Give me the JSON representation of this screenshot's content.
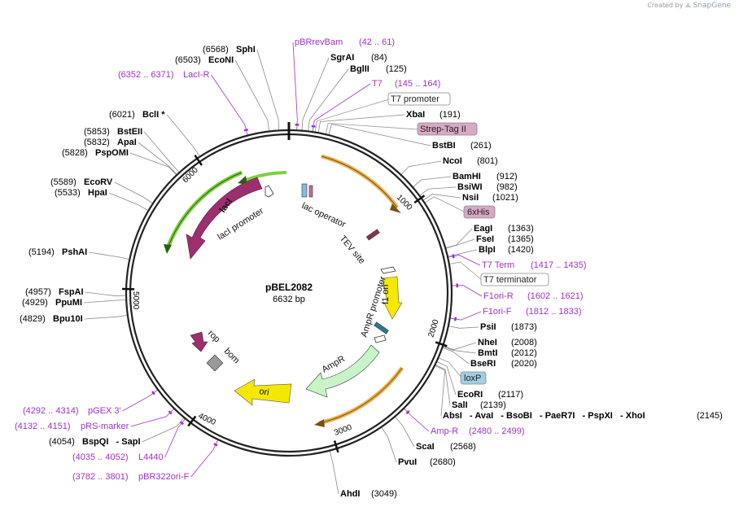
{
  "credit": {
    "prefix": "Created by",
    "brand": "SnapGene"
  },
  "plasmid": {
    "name": "pBEL2082",
    "size": "6632 bp",
    "total_bp": 6632
  },
  "ticks": [
    "1000",
    "2000",
    "3000",
    "4000",
    "5000",
    "6000"
  ],
  "enzymes": [
    {
      "name": "SphI",
      "pos": "(6568)",
      "at": 6568
    },
    {
      "name": "EcoNI",
      "pos": "(6503)",
      "at": 6503
    },
    {
      "name": "BclI *",
      "pos": "(6021)",
      "at": 6021
    },
    {
      "name": "BstEII",
      "pos": "(5853)",
      "at": 5853
    },
    {
      "name": "ApaI",
      "pos": "(5832)",
      "at": 5832
    },
    {
      "name": "PspOMI",
      "pos": "(5828)",
      "at": 5828
    },
    {
      "name": "EcoRV",
      "pos": "(5589)",
      "at": 5589
    },
    {
      "name": "HpaI",
      "pos": "(5533)",
      "at": 5533
    },
    {
      "name": "PshAI",
      "pos": "(5194)",
      "at": 5194
    },
    {
      "name": "FspAI",
      "pos": "(4957)",
      "at": 4957
    },
    {
      "name": "PpuMI",
      "pos": "(4929)",
      "at": 4929
    },
    {
      "name": "Bpu10I",
      "pos": "(4829)",
      "at": 4829
    },
    {
      "name": "SgrAI",
      "pos": "(84)",
      "at": 84
    },
    {
      "name": "BglII",
      "pos": "(125)",
      "at": 125
    },
    {
      "name": "XbaI",
      "pos": "(191)",
      "at": 191
    },
    {
      "name": "BstBI",
      "pos": "(261)",
      "at": 261
    },
    {
      "name": "NcoI",
      "pos": "(801)",
      "at": 801
    },
    {
      "name": "BamHI",
      "pos": "(912)",
      "at": 912
    },
    {
      "name": "BsiWI",
      "pos": "(982)",
      "at": 982
    },
    {
      "name": "NsiI",
      "pos": "(1021)",
      "at": 1021
    },
    {
      "name": "EagI",
      "pos": "(1363)",
      "at": 1363
    },
    {
      "name": "FseI",
      "pos": "(1365)",
      "at": 1365
    },
    {
      "name": "BlpI",
      "pos": "(1420)",
      "at": 1420
    },
    {
      "name": "PsiI",
      "pos": "(1873)",
      "at": 1873
    },
    {
      "name": "NheI",
      "pos": "(2008)",
      "at": 2008
    },
    {
      "name": "BmtI",
      "pos": "(2012)",
      "at": 2012
    },
    {
      "name": "BseRI",
      "pos": "(2020)",
      "at": 2020
    },
    {
      "name": "EcoRI",
      "pos": "(2117)",
      "at": 2117
    },
    {
      "name": "SalI",
      "pos": "(2139)",
      "at": 2139
    },
    {
      "name": "ScaI",
      "pos": "(2568)",
      "at": 2568
    },
    {
      "name": "PvuI",
      "pos": "(2680)",
      "at": 2680
    },
    {
      "name": "AhdI",
      "pos": "(3049)",
      "at": 3049
    }
  ],
  "enzyme_group": {
    "line": "AbsI   - AvaI   - BsoBI   - PaeR7I   - PspXI   - XhoI",
    "pos": "(2145)",
    "at": 2145
  },
  "enzyme_pair": {
    "line": "BspQI   - SapI",
    "pos": "(4054)",
    "at": 4054
  },
  "primers": [
    {
      "name": "pBRrevBam",
      "range": "(42 .. 61)",
      "at": 51
    },
    {
      "name": "LacI-R",
      "range": "(6352 .. 6371)",
      "at": 6361
    },
    {
      "name": "T7",
      "range": "(145 .. 164)",
      "at": 154
    },
    {
      "name": "T7 Term",
      "range": "(1417 .. 1435)",
      "at": 1426
    },
    {
      "name": "F1ori-R",
      "range": "(1602 .. 1621)",
      "at": 1611
    },
    {
      "name": "F1ori-F",
      "range": "(1812 .. 1833)",
      "at": 1822
    },
    {
      "name": "Amp-R",
      "range": "(2480 .. 2499)",
      "at": 2489
    },
    {
      "name": "pGEX 3'",
      "range": "(4292 .. 4314)",
      "at": 4303
    },
    {
      "name": "pRS-marker",
      "range": "(4132 .. 4151)",
      "at": 4141
    },
    {
      "name": "L4440",
      "range": "(4035 .. 4052)",
      "at": 4043
    },
    {
      "name": "pBR322ori-F",
      "range": "(3782 .. 3801)",
      "at": 3791
    }
  ],
  "boxed_features": [
    {
      "label": "T7 promoter",
      "fill": "#ffffff",
      "at": 170
    },
    {
      "label": "Strep-Tag II",
      "fill": "#d8a8c4",
      "at": 240
    },
    {
      "label": "6xHis",
      "fill": "#d8a8c4",
      "at": 1040
    },
    {
      "label": "T7 terminator",
      "fill": "#ffffff",
      "at": 1470
    },
    {
      "label": "loxP",
      "fill": "#9fd0e0",
      "at": 2090
    }
  ],
  "features": [
    {
      "label": "lacI",
      "color": "#9c2f6e"
    },
    {
      "label": "lacI promoter",
      "color": "#ffffff"
    },
    {
      "label": "lac operator",
      "color": "#8fb8d8"
    },
    {
      "label": "TEV site",
      "color": "#8a3050"
    },
    {
      "label": "AmpR promoter",
      "color": "#ffffff"
    },
    {
      "label": "f1 ori",
      "color": "#f5e800"
    },
    {
      "label": "AmpR",
      "color": "#c8f5c8"
    },
    {
      "label": "rop",
      "color": "#9c2f6e"
    },
    {
      "label": "bom",
      "color": "#9a9a9a"
    },
    {
      "label": "ori",
      "color": "#f5e800"
    }
  ],
  "colors": {
    "enzyme_line": "#8a8a8a",
    "primer": "#a030d0",
    "orf_arc": "#f0b050",
    "lacI_arc": "#80d040",
    "backbone": "#222222"
  }
}
